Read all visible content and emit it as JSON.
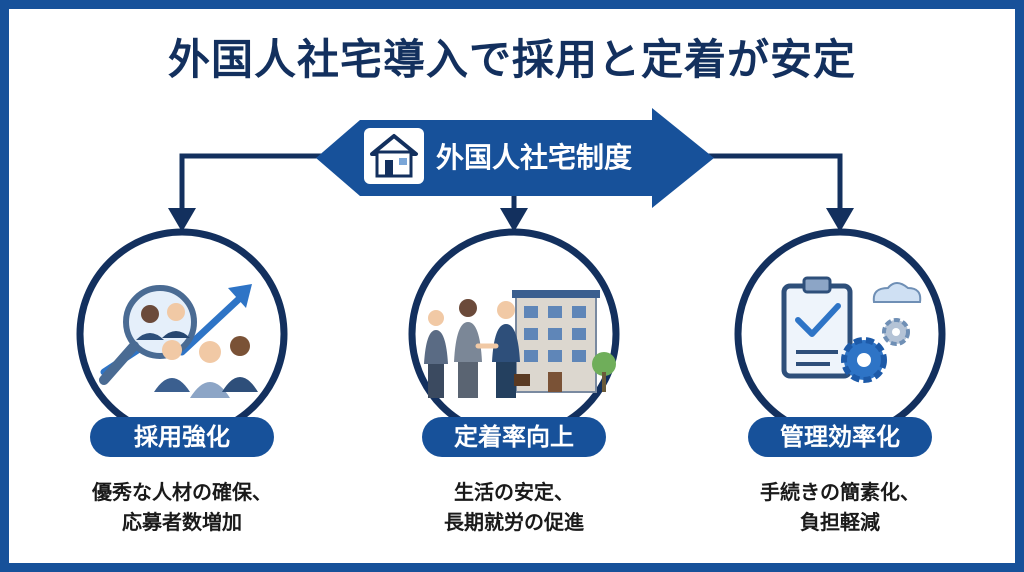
{
  "title": "外国人社宅導入で採用と定着が安定",
  "banner": {
    "label": "外国人社宅制度",
    "icon": "house-icon"
  },
  "benefits": [
    {
      "label": "採用強化",
      "description_lines": [
        "優秀な人材の確保、",
        "応募者数増加"
      ],
      "icon": "recruitment-growth-icon"
    },
    {
      "label": "定着率向上",
      "description_lines": [
        "生活の安定、",
        "長期就労の促進"
      ],
      "icon": "handshake-residence-icon"
    },
    {
      "label": "管理効率化",
      "description_lines": [
        "手続きの簡素化、",
        "負担軽減"
      ],
      "icon": "checklist-gear-icon"
    }
  ],
  "colors": {
    "navy": "#13305e",
    "brand_blue": "#17519a",
    "light_blue": "#cfe0f3",
    "text_dark": "#1a1a1a"
  }
}
